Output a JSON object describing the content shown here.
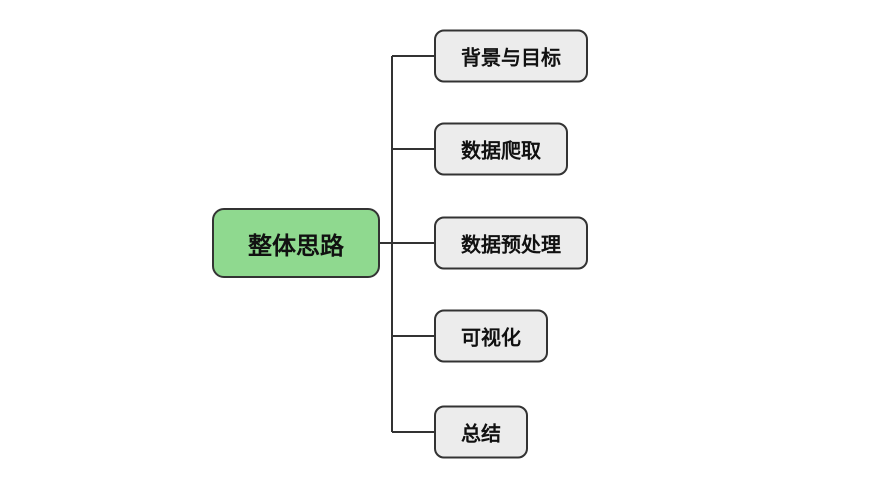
{
  "mindmap": {
    "root": {
      "label": "整体思路"
    },
    "children": [
      {
        "label": "背景与目标"
      },
      {
        "label": "数据爬取"
      },
      {
        "label": "数据预处理"
      },
      {
        "label": "可视化"
      },
      {
        "label": "总结"
      }
    ]
  },
  "colors": {
    "root-fill": "#8fd98f",
    "child-fill": "#ececec",
    "node-border": "#333333",
    "line-color": "#333333",
    "canvas-bg": "#ffffff",
    "text-color": "#111111"
  }
}
